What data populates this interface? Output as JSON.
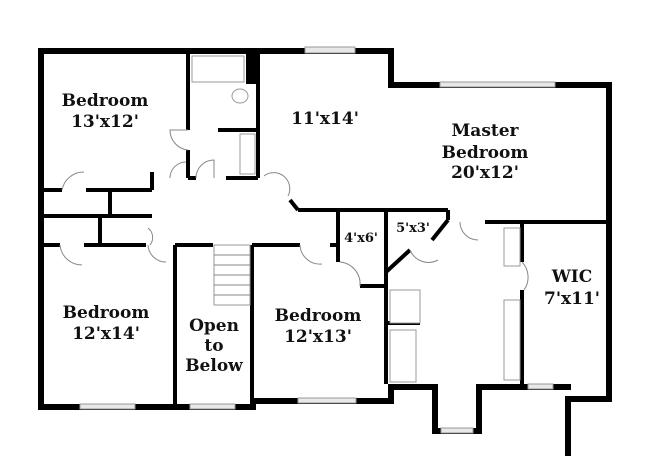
{
  "rooms": [
    {
      "name": "Bedroom",
      "size": "13'x12'"
    },
    {
      "name": "",
      "size": "11'x14'"
    },
    {
      "name_line1": "Master",
      "name_line2": "Bedroom",
      "size": "20'x12'"
    },
    {
      "name": "",
      "size": "4'x6'"
    },
    {
      "name": "",
      "size": "5'x3'"
    },
    {
      "name": "WIC",
      "size": "7'x11'"
    },
    {
      "name": "Bedroom",
      "size": "12'x14'"
    },
    {
      "name_line1": "Open",
      "name_line2": "to",
      "name_line3": "Below"
    },
    {
      "name": "Bedroom",
      "size": "12'x13'"
    }
  ]
}
